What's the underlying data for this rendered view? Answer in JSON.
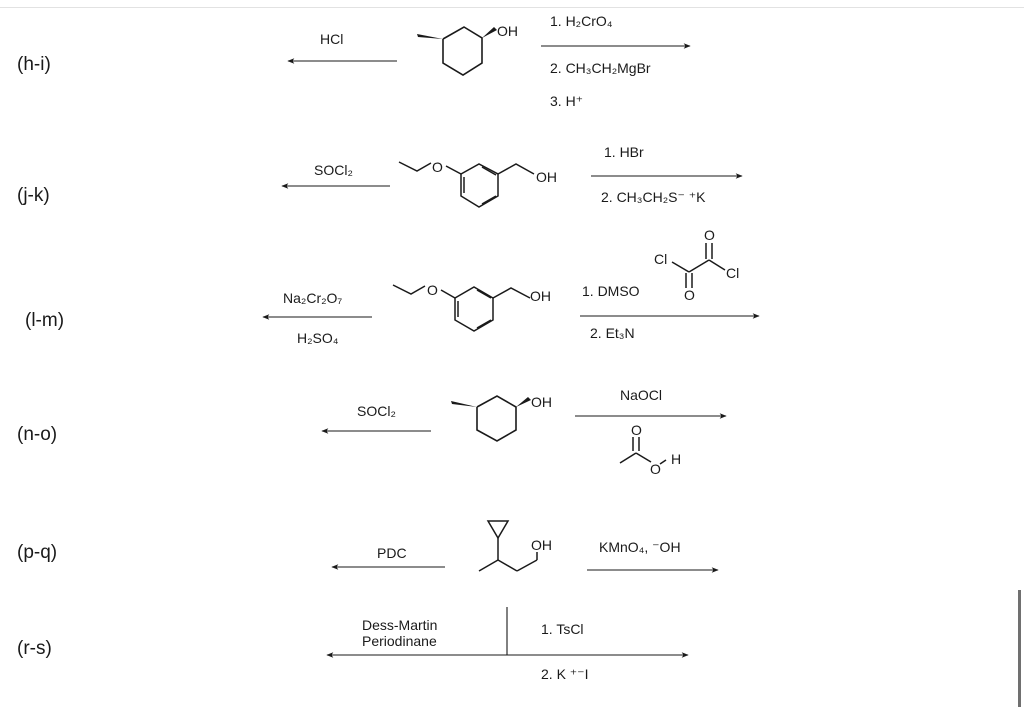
{
  "rows": [
    {
      "label": "(h-i)",
      "left": [
        "HCl"
      ],
      "right": [
        "1. H₂CrO₄",
        "2.  CH₃CH₂MgBr",
        "3. H⁺"
      ],
      "mol_text": [
        "OH"
      ]
    },
    {
      "label": "(j-k)",
      "left": [
        "SOCl₂"
      ],
      "right": [
        "1. HBr",
        "2.  CH₃CH₂S⁻ ⁺K"
      ],
      "mol_text": [
        "O",
        "OH"
      ]
    },
    {
      "label": "(l-m)",
      "left": [
        "Na₂Cr₂O₇",
        "H₂SO₄"
      ],
      "right": [
        "1. DMSO",
        "2. Et₃N"
      ],
      "mol_text": [
        "O",
        "OH"
      ],
      "oxalyl_text": [
        "Cl",
        "O",
        "Cl",
        "O"
      ]
    },
    {
      "label": "(n-o)",
      "left": [
        "SOCl₂"
      ],
      "right": [
        "NaOCl"
      ],
      "mol_text": [
        "OH"
      ],
      "acetic_text": [
        "O",
        "O",
        "H"
      ]
    },
    {
      "label": "(p-q)",
      "left": [
        "PDC"
      ],
      "right": [
        "KMnO₄, ⁻OH"
      ],
      "mol_text": [
        "OH"
      ]
    },
    {
      "label": "(r-s)",
      "left": [
        "Dess-Martin Periodinane"
      ],
      "right": [
        "1. TsCl",
        "2. K ⁺⁻I"
      ]
    }
  ]
}
